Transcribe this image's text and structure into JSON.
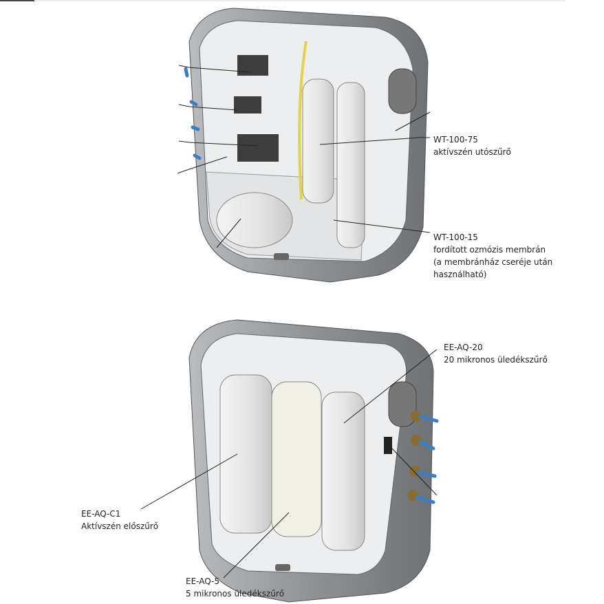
{
  "upper_unit": {
    "labels": [
      {
        "code": "WT-100-75",
        "lines": [
          "aktívszén utószűrő"
        ]
      },
      {
        "code": "WT-100-15",
        "lines": [
          "fordított ozmózis membrán",
          "(a membránház cseréje után",
          "használható)"
        ]
      }
    ]
  },
  "lower_unit": {
    "labels": [
      {
        "code": "EE-AQ-20",
        "lines": [
          "20 mikronos üledékszűrő"
        ]
      },
      {
        "code": "EE-AQ-C1",
        "lines": [
          "Aktívszén előszűrő"
        ]
      },
      {
        "code": "EE-AQ-5",
        "lines": [
          "5 mikronos üledékszűrő"
        ]
      }
    ]
  },
  "colors": {
    "housing": "#8a8d90",
    "pipe": "#3a7fc4",
    "tube": "#e8d84a"
  }
}
